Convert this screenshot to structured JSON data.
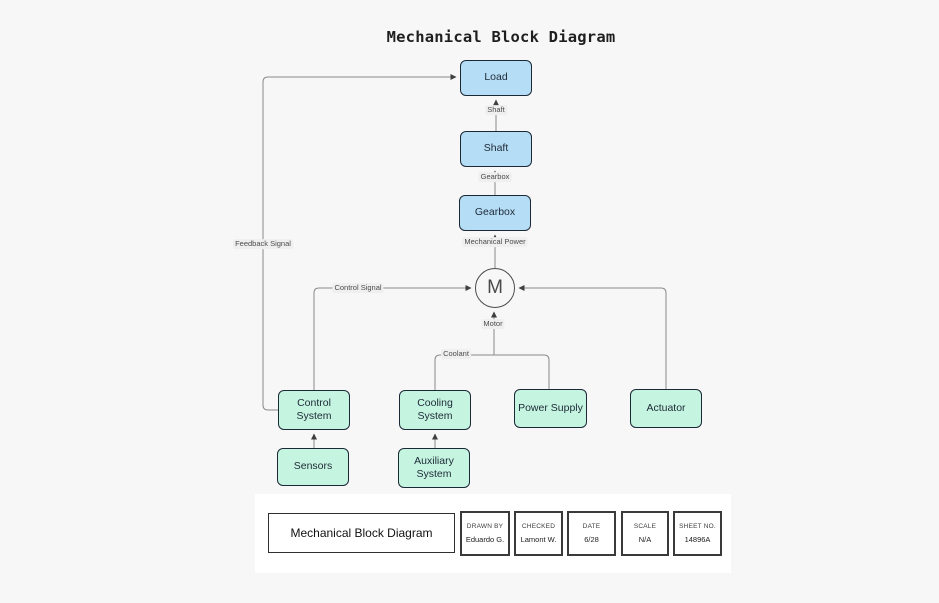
{
  "diagram": {
    "title": "Mechanical Block Diagram",
    "blocks": {
      "load": {
        "label": "Load"
      },
      "shaft": {
        "label": "Shaft"
      },
      "gearbox": {
        "label": "Gearbox"
      },
      "motor": {
        "label": "M"
      },
      "control_system": {
        "label": "Control System"
      },
      "cooling_system": {
        "label": "Cooling System"
      },
      "power_supply": {
        "label": "Power Supply"
      },
      "actuator": {
        "label": "Actuator"
      },
      "sensors": {
        "label": "Sensors"
      },
      "auxiliary_system": {
        "label": "Auxiliary System"
      }
    },
    "connector_labels": {
      "shaft": "Shaft",
      "gearbox": "Gearbox",
      "mechanical_power": "Mechanical Power",
      "motor": "Motor",
      "coolant": "Coolant",
      "control_signal": "Control Signal",
      "feedback_signal": "Feedback Signal"
    },
    "colors": {
      "blue_fill": "#b5ddf6",
      "mint_fill": "#c5f5e1",
      "block_border": "#1b2836",
      "wire": "#8a8a8a",
      "background": "#f7f7f8"
    }
  },
  "title_block": {
    "drawing_title": "Mechanical Block Diagram",
    "fields": [
      {
        "label": "DRAWN BY",
        "value": "Eduardo G."
      },
      {
        "label": "CHECKED",
        "value": "Lamont W."
      },
      {
        "label": "DATE",
        "value": "6/28"
      },
      {
        "label": "SCALE",
        "value": "N/A"
      },
      {
        "label": "SHEET NO.",
        "value": "14896A"
      }
    ]
  }
}
